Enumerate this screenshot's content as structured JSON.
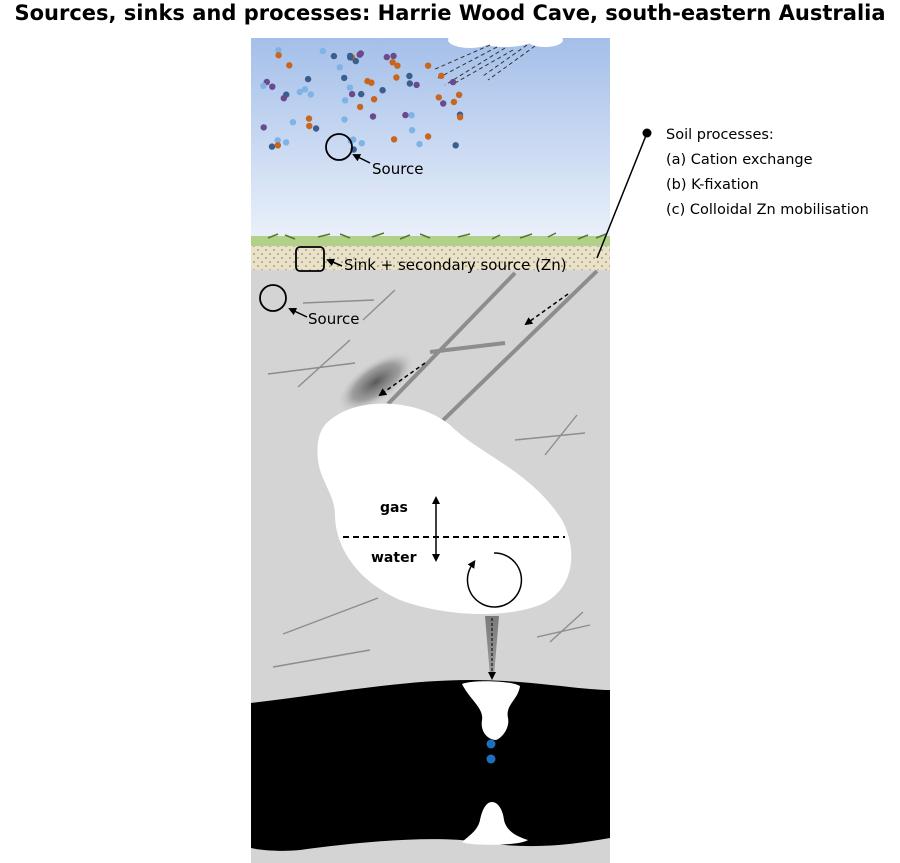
{
  "title": "Sources, sinks and processes: Harrie Wood Cave, south-eastern Australia",
  "labels": {
    "source_atmosphere": "Source",
    "sink_soil": "Sink + secondary source (Zn)",
    "source_bedrock": "Source",
    "gas": "gas",
    "water": "water"
  },
  "soil_processes": {
    "heading": "Soil processes:",
    "items": [
      "(a) Cation exchange",
      "(b) K-fixation",
      "(c) Colloidal Zn mobilisation"
    ]
  },
  "colors": {
    "sky_top": "#a4bfe9",
    "sky_bottom": "#e7edf8",
    "grass": "#b3d08a",
    "soil": "#e9e1c8",
    "bedrock": "#d4d4d4",
    "fracture": "#8d8d8d",
    "cave": "#000000",
    "drip": "#1f6fbf",
    "particle_orange": "#c8661e",
    "particle_purple": "#6b4a8c",
    "particle_lightblue": "#7fb2e5",
    "particle_darkblue": "#3a5f8f"
  }
}
